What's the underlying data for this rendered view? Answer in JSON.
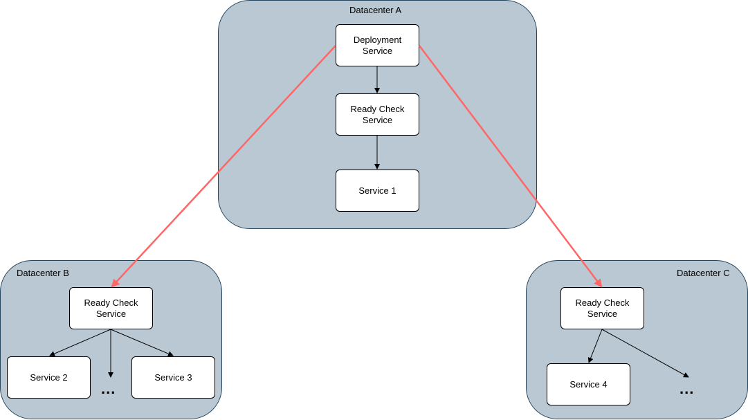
{
  "datacenters": {
    "a": {
      "label": "Datacenter A"
    },
    "b": {
      "label": "Datacenter B"
    },
    "c": {
      "label": "Datacenter C"
    }
  },
  "nodes": {
    "deployment_service": "Deployment Service",
    "ready_check_a": "Ready Check Service",
    "service_1": "Service 1",
    "ready_check_b": "Ready Check Service",
    "service_2": "Service 2",
    "service_3": "Service 3",
    "ready_check_c": "Ready Check Service",
    "service_4": "Service 4"
  },
  "ellipsis": {
    "b": "...",
    "c": "..."
  },
  "colors": {
    "container_fill": "#bac8d3",
    "container_stroke": "#23445d",
    "cross_dc_arrow": "#ff6666",
    "local_arrow": "#000000"
  }
}
